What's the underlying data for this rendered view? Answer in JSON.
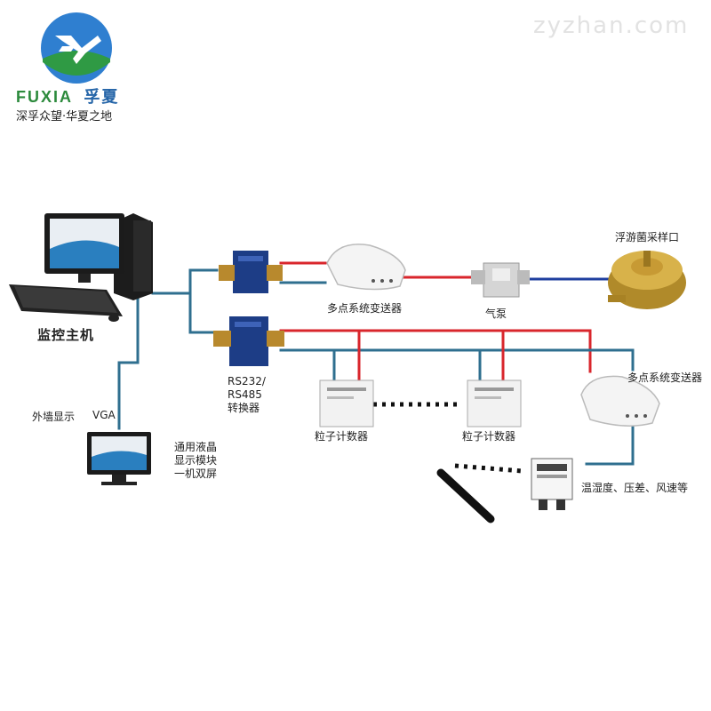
{
  "brand": {
    "name_en": "FUXIA",
    "name_cn": "孚夏",
    "slogan": "深孚众望·华夏之地",
    "watermark": "zyzhan.com"
  },
  "nodes": {
    "host": "监控主机",
    "converter": "RS232/\nRS485\n转换器",
    "transmitter_top": "多点系统变送器",
    "pump": "气泵",
    "sampler": "浮游菌采样口",
    "counter_1": "粒子计数器",
    "counter_2": "粒子计数器",
    "transmitter_right": "多点系统变送器",
    "sensors": "温湿度、压差、风速等",
    "external_display": "外墙显示",
    "vga": "VGA",
    "lcd": "通用液晶\n显示模块\n一机双屏"
  },
  "colors": {
    "signal_line": "#2f6f8f",
    "power_line": "#d9262c",
    "air_line": "#1f3f9f",
    "brand_blue": "#2565a8",
    "brand_green": "#2c8a3c"
  },
  "icons": [
    "logo-icon",
    "computer-icon",
    "converter-icon",
    "transmitter-icon",
    "pump-icon",
    "sampler-icon",
    "counter-icon",
    "probe-icon",
    "pressure-sensor-icon",
    "monitor-icon"
  ]
}
